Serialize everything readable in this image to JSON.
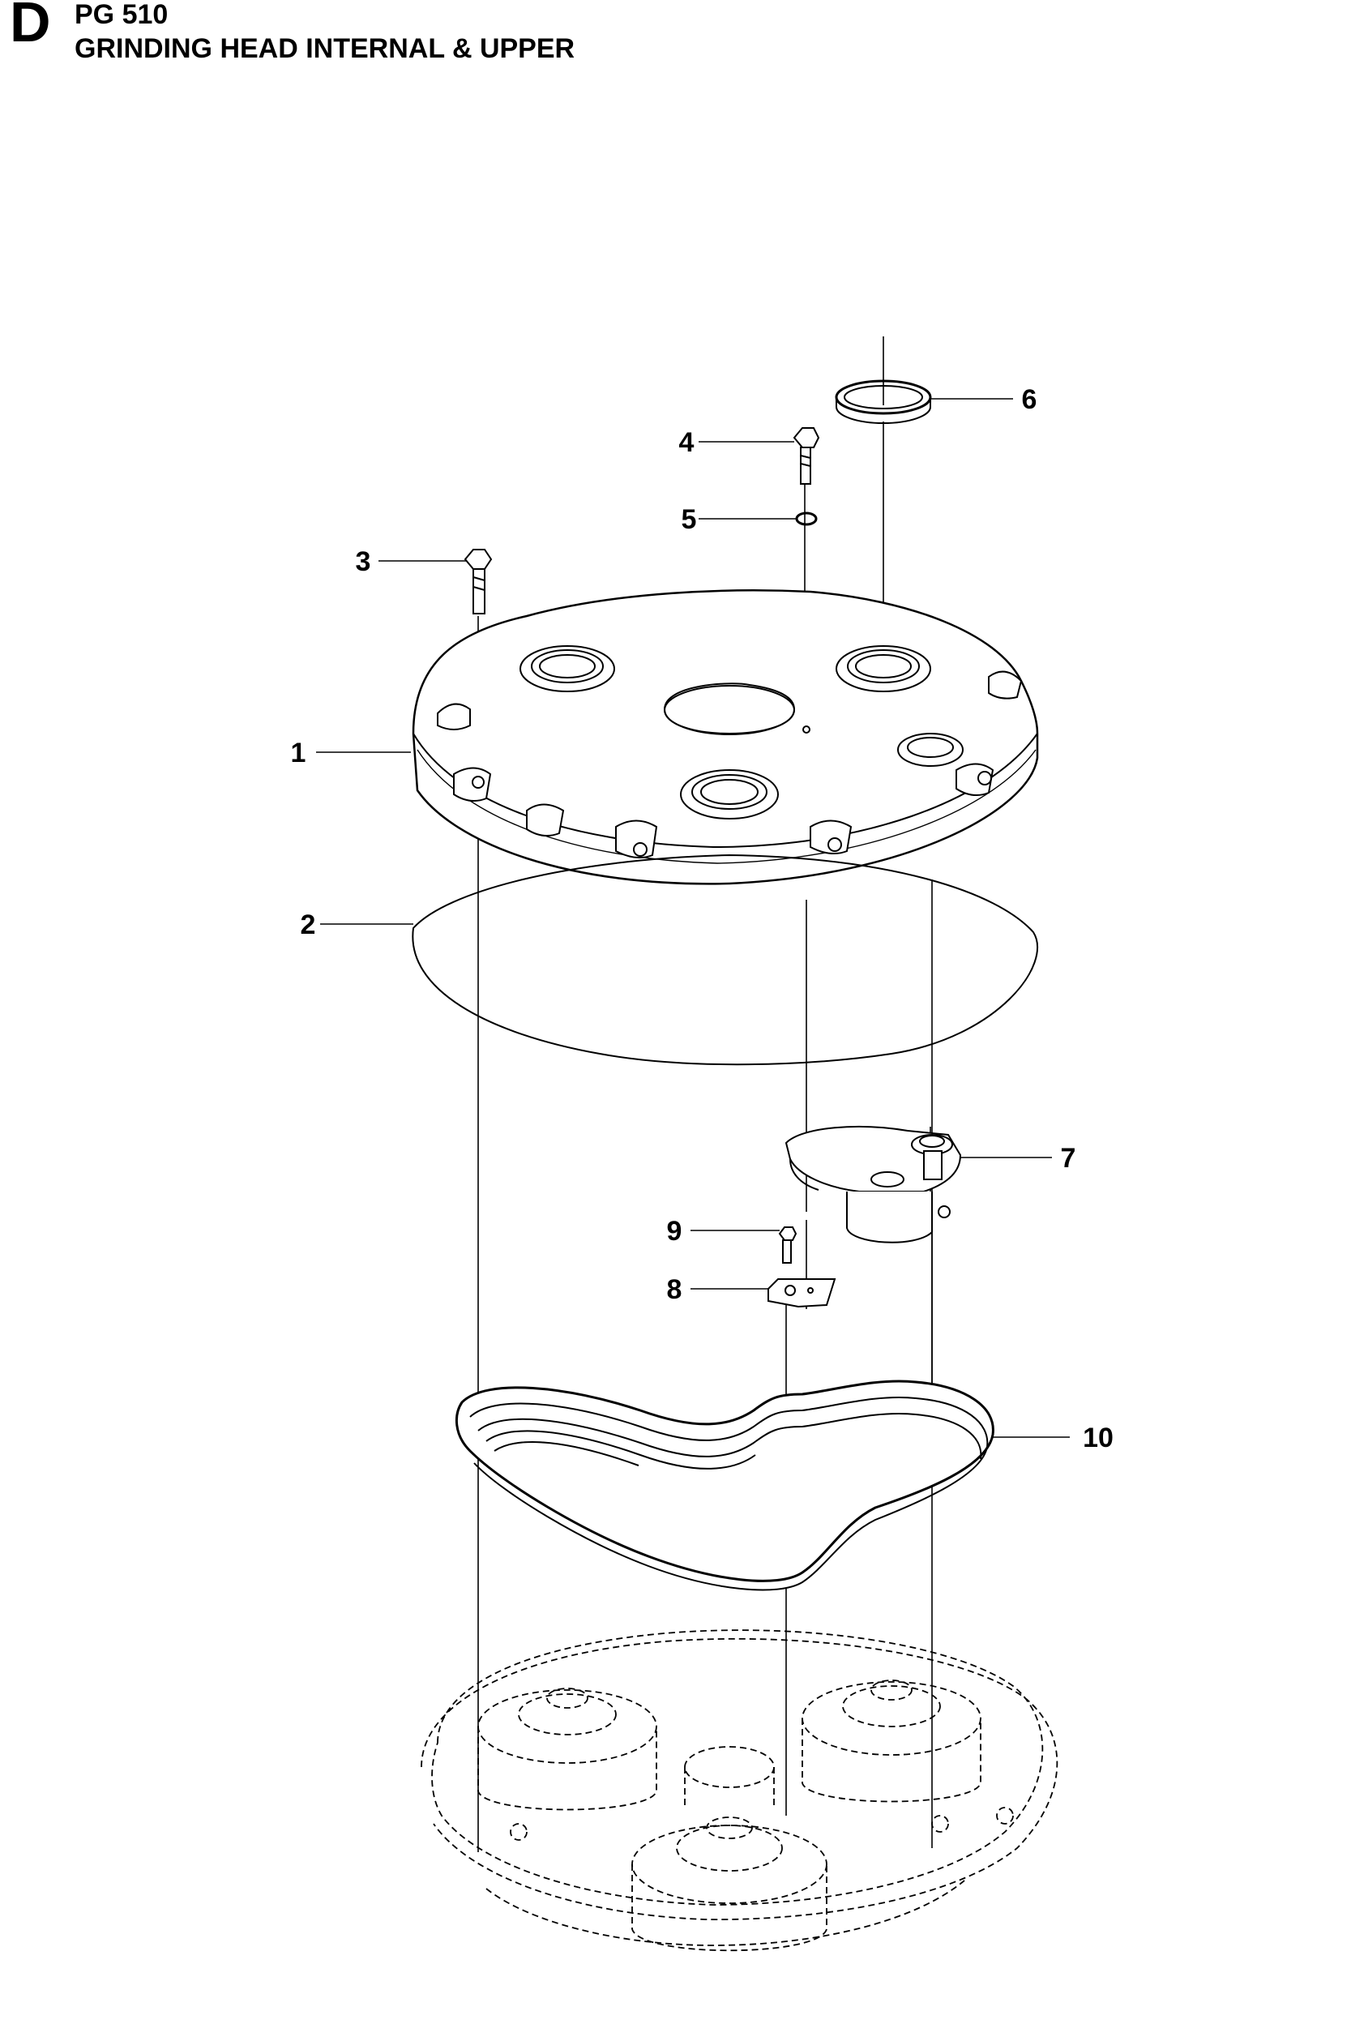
{
  "header": {
    "section_letter": "D",
    "model": "PG 510",
    "title": "GRINDING HEAD INTERNAL & UPPER"
  },
  "diagram": {
    "callouts": [
      "1",
      "2",
      "3",
      "4",
      "5",
      "6",
      "7",
      "8",
      "9",
      "10"
    ]
  }
}
